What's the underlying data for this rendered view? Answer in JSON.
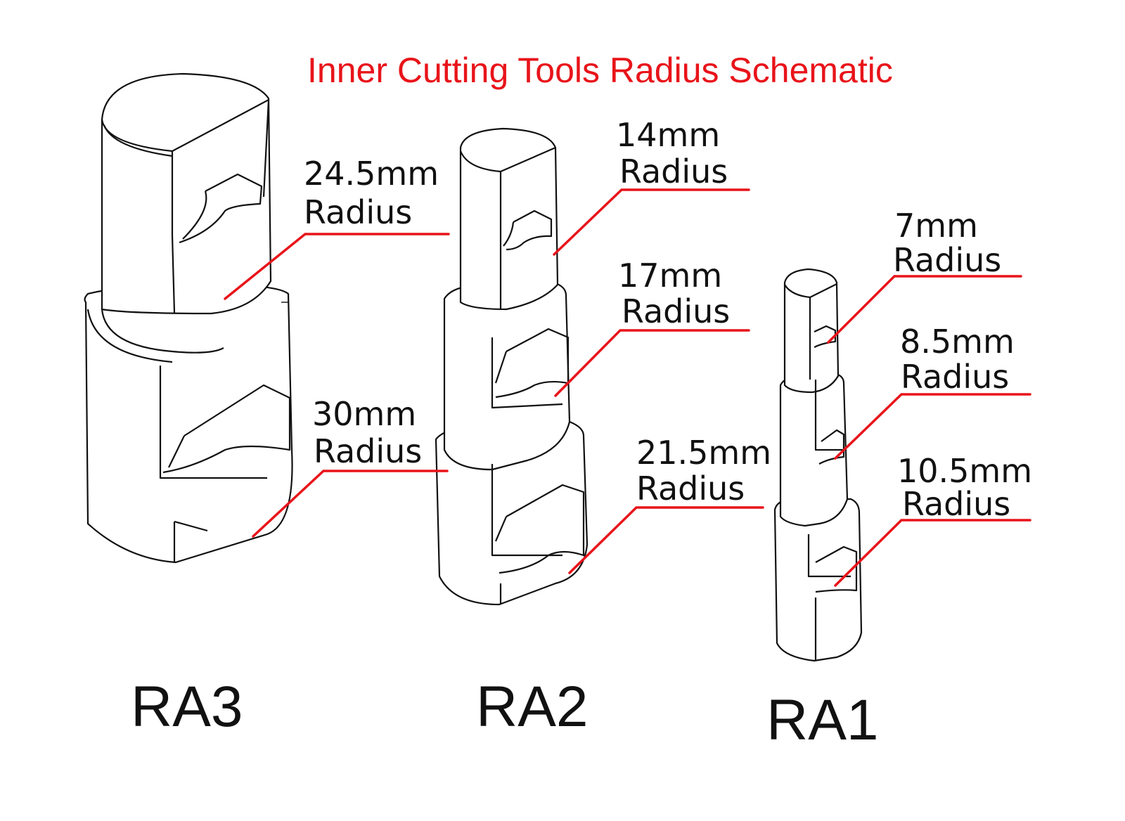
{
  "title": "Inner Cutting Tools Radius Schematic",
  "colors": {
    "accent": "#e8141a",
    "ink": "#111111",
    "background": "#ffffff"
  },
  "tools": [
    {
      "name": "RA3",
      "radii": [
        {
          "value": "24.5mm",
          "word": "Radius"
        },
        {
          "value": "30mm",
          "word": "Radius"
        }
      ]
    },
    {
      "name": "RA2",
      "radii": [
        {
          "value": "14mm",
          "word": "Radius"
        },
        {
          "value": "17mm",
          "word": "Radius"
        },
        {
          "value": "21.5mm",
          "word": "Radius"
        }
      ]
    },
    {
      "name": "RA1",
      "radii": [
        {
          "value": "7mm",
          "word": "Radius"
        },
        {
          "value": "8.5mm",
          "word": "Radius"
        },
        {
          "value": "10.5mm",
          "word": "Radius"
        }
      ]
    }
  ]
}
